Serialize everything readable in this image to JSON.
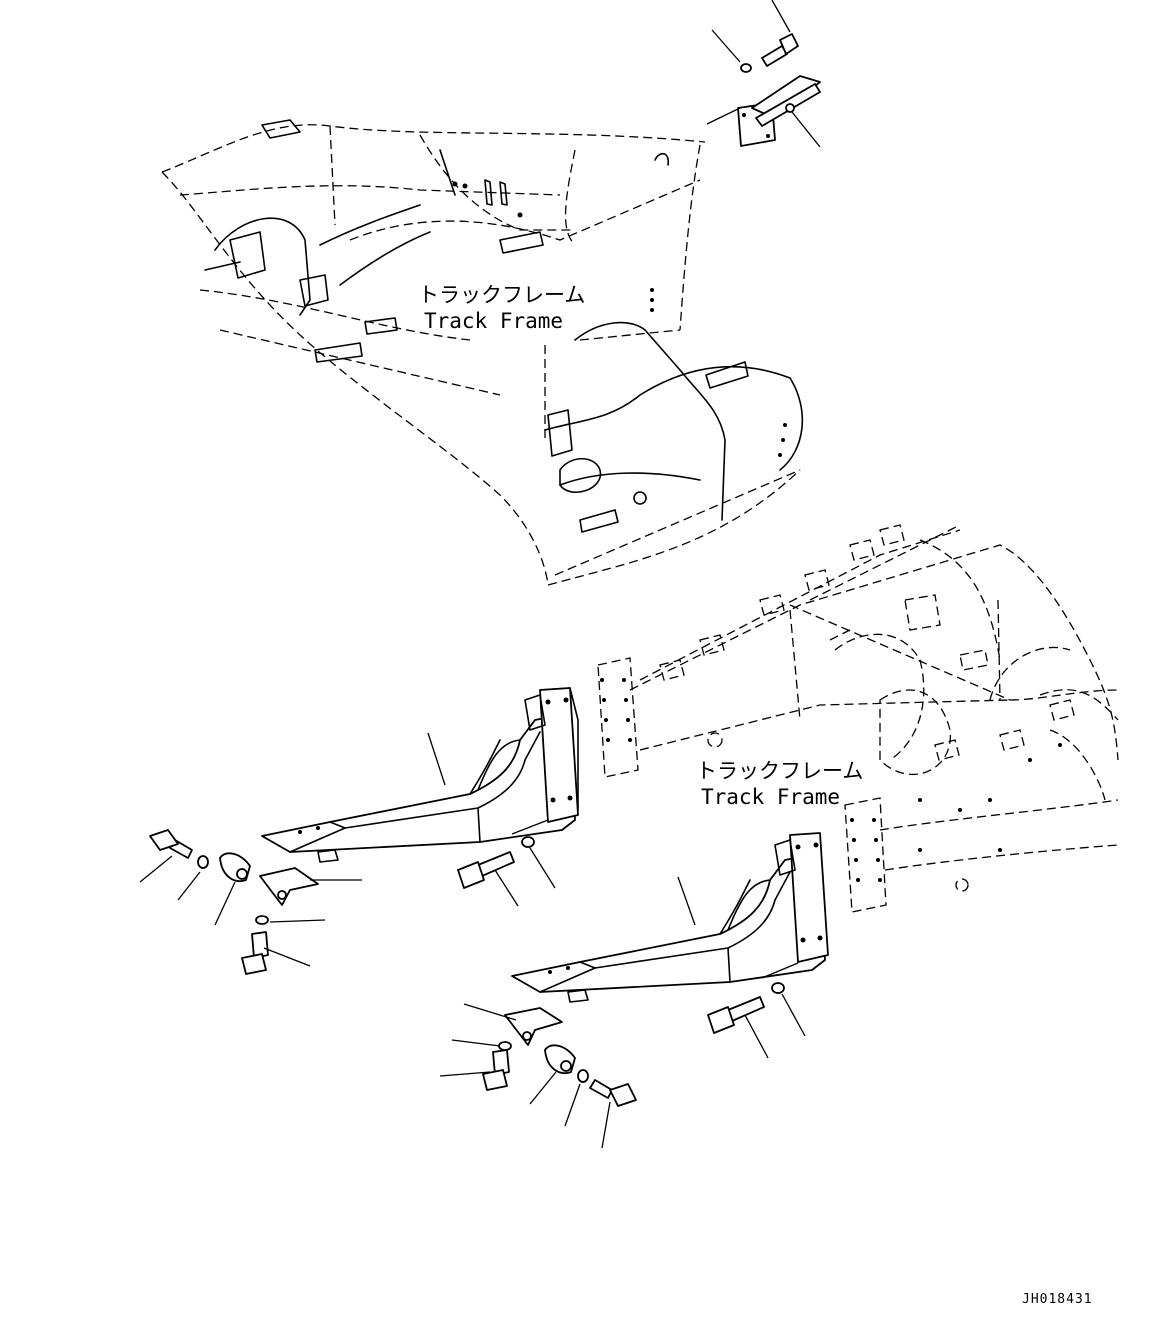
{
  "labels": {
    "track_frame_top_jp": "トラックフレーム",
    "track_frame_top_en": "Track Frame",
    "track_frame_bottom_jp": "トラックフレーム",
    "track_frame_bottom_en": "Track Frame"
  },
  "drawing_code": "JH018431"
}
